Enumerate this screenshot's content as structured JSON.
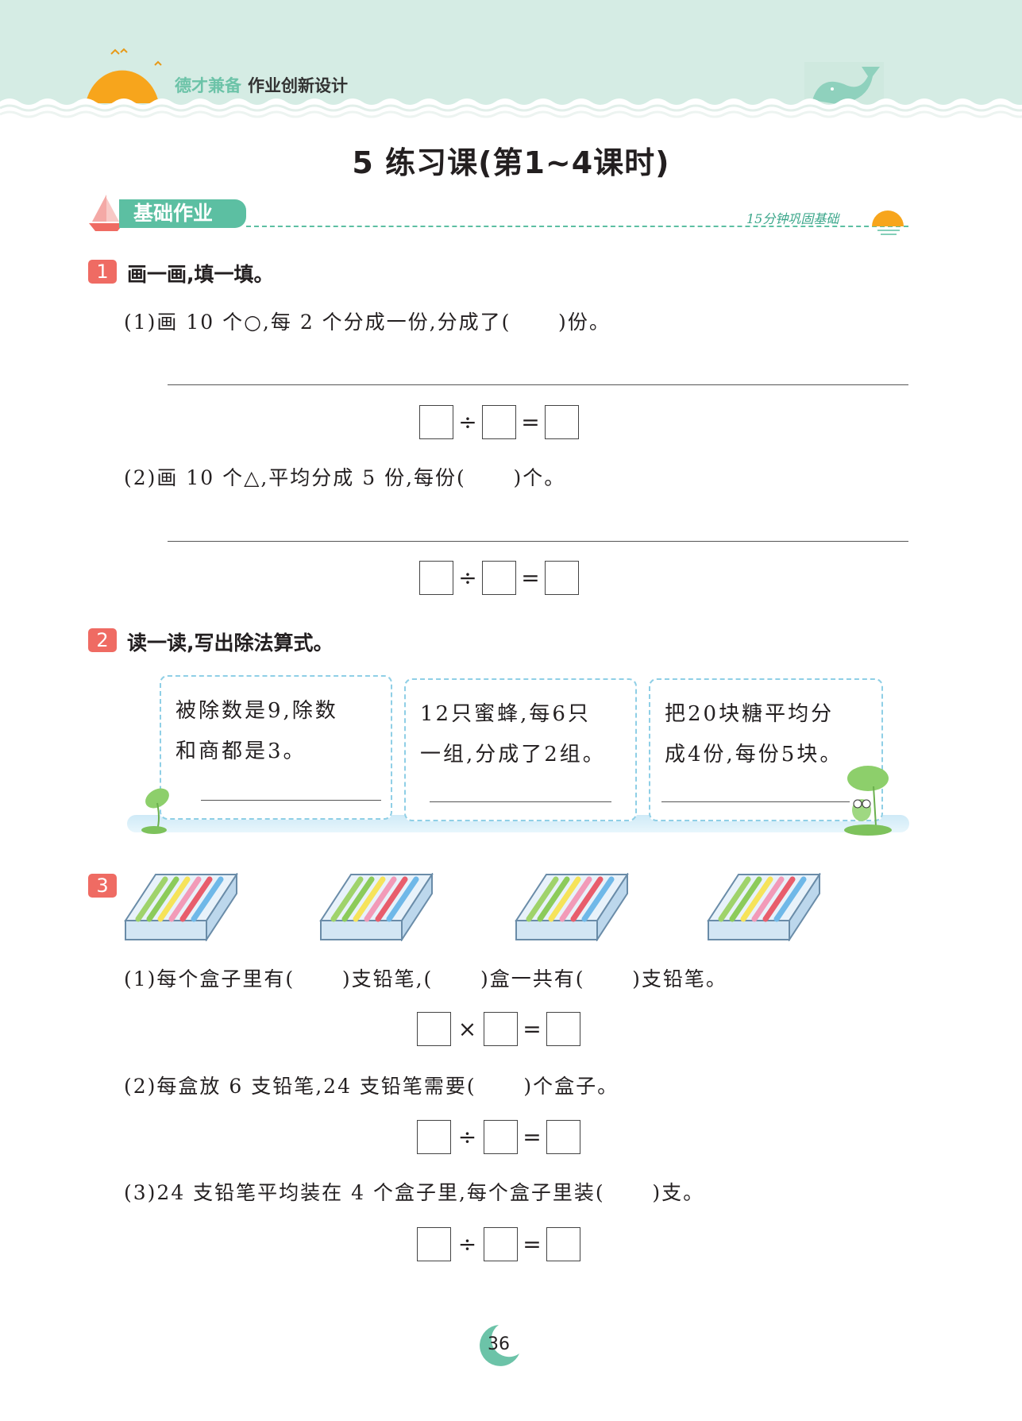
{
  "header": {
    "brand_green": "德才兼备",
    "brand_dark": "作业创新设计"
  },
  "title": "5  练习课(第1~4课时)",
  "section": {
    "label": "基础作业",
    "tagline": "15分钟巩固基础"
  },
  "q1": {
    "number": "1",
    "heading": "画一画,填一填。",
    "parts": [
      {
        "text": "(1)画 10 个○,每 2 个分成一份,分成了(      )份。",
        "op": "÷",
        "eq": "="
      },
      {
        "text": "(2)画 10 个△,平均分成 5 份,每份(      )个。",
        "op": "÷",
        "eq": "="
      }
    ]
  },
  "q2": {
    "number": "2",
    "heading": "读一读,写出除法算式。",
    "cards": [
      {
        "line1": "被除数是9,除数",
        "line2": "和商都是3。"
      },
      {
        "line1": "12只蜜蜂,每6只",
        "line2": "一组,分成了2组。"
      },
      {
        "line1": "把20块糖平均分",
        "line2": "成4份,每份5块。"
      }
    ]
  },
  "q3": {
    "number": "3",
    "parts": [
      {
        "text": "(1)每个盒子里有(      )支铅笔,(      )盒一共有(      )支铅笔。",
        "op": "×",
        "eq": "="
      },
      {
        "text": "(2)每盒放 6 支铅笔,24 支铅笔需要(      )个盒子。",
        "op": "÷",
        "eq": "="
      },
      {
        "text": "(3)24 支铅笔平均装在 4 个盒子里,每个盒子里装(      )支。",
        "op": "÷",
        "eq": "="
      }
    ]
  },
  "page_number": "36",
  "colors": {
    "accent": "#5cbfa2",
    "badge": "#ef6b63",
    "header_bg": "#d5ece4",
    "sun": "#f7a51c"
  }
}
